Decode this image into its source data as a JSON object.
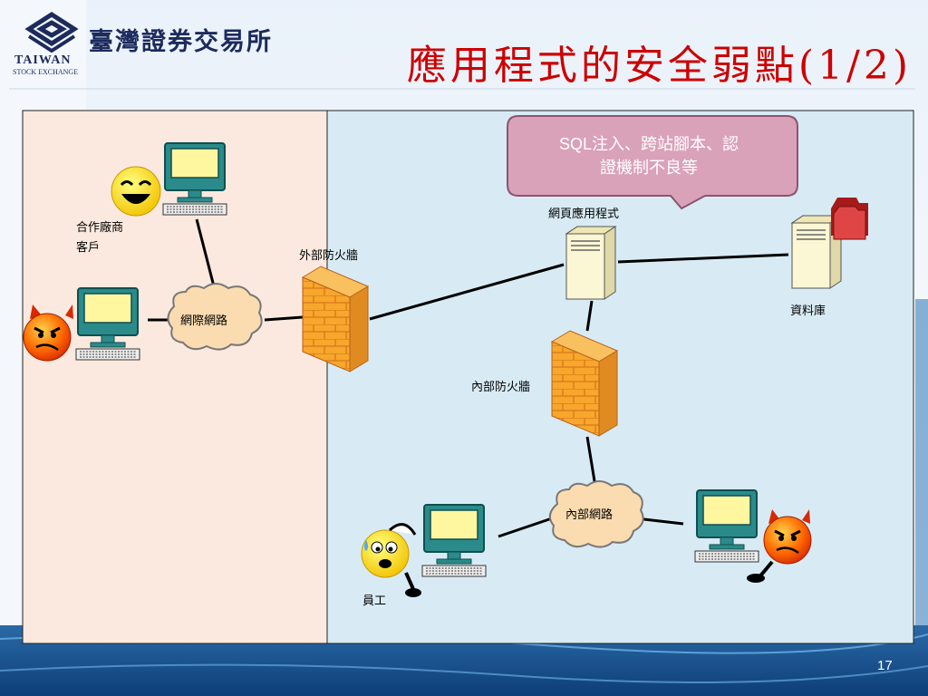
{
  "header": {
    "logo_zh": "臺灣證券交易所",
    "logo_en_1": "TAIWAN",
    "logo_en_2": "STOCK EXCHANGE",
    "title": "應用程式的安全弱點(1/2)"
  },
  "diagram": {
    "callout_line1": "SQL注入、跨站腳本、認",
    "callout_line2": "證機制不良等",
    "partner_label_1": "合作廠商",
    "partner_label_2": "客戶",
    "internet_label": "網際網路",
    "external_firewall_label": "外部防火牆",
    "web_app_label": "網頁應用程式",
    "database_label": "資料庫",
    "internal_firewall_label": "內部防火牆",
    "intranet_label": "內部網路",
    "employee_label": "員工"
  },
  "colors": {
    "title": "#cc0000",
    "external_zone": "#fbe9df",
    "internal_zone": "#d8ebf5",
    "callout_fill": "#d9a2b8",
    "firewall": "#f5a623"
  },
  "footer": {
    "page_number": "17"
  }
}
